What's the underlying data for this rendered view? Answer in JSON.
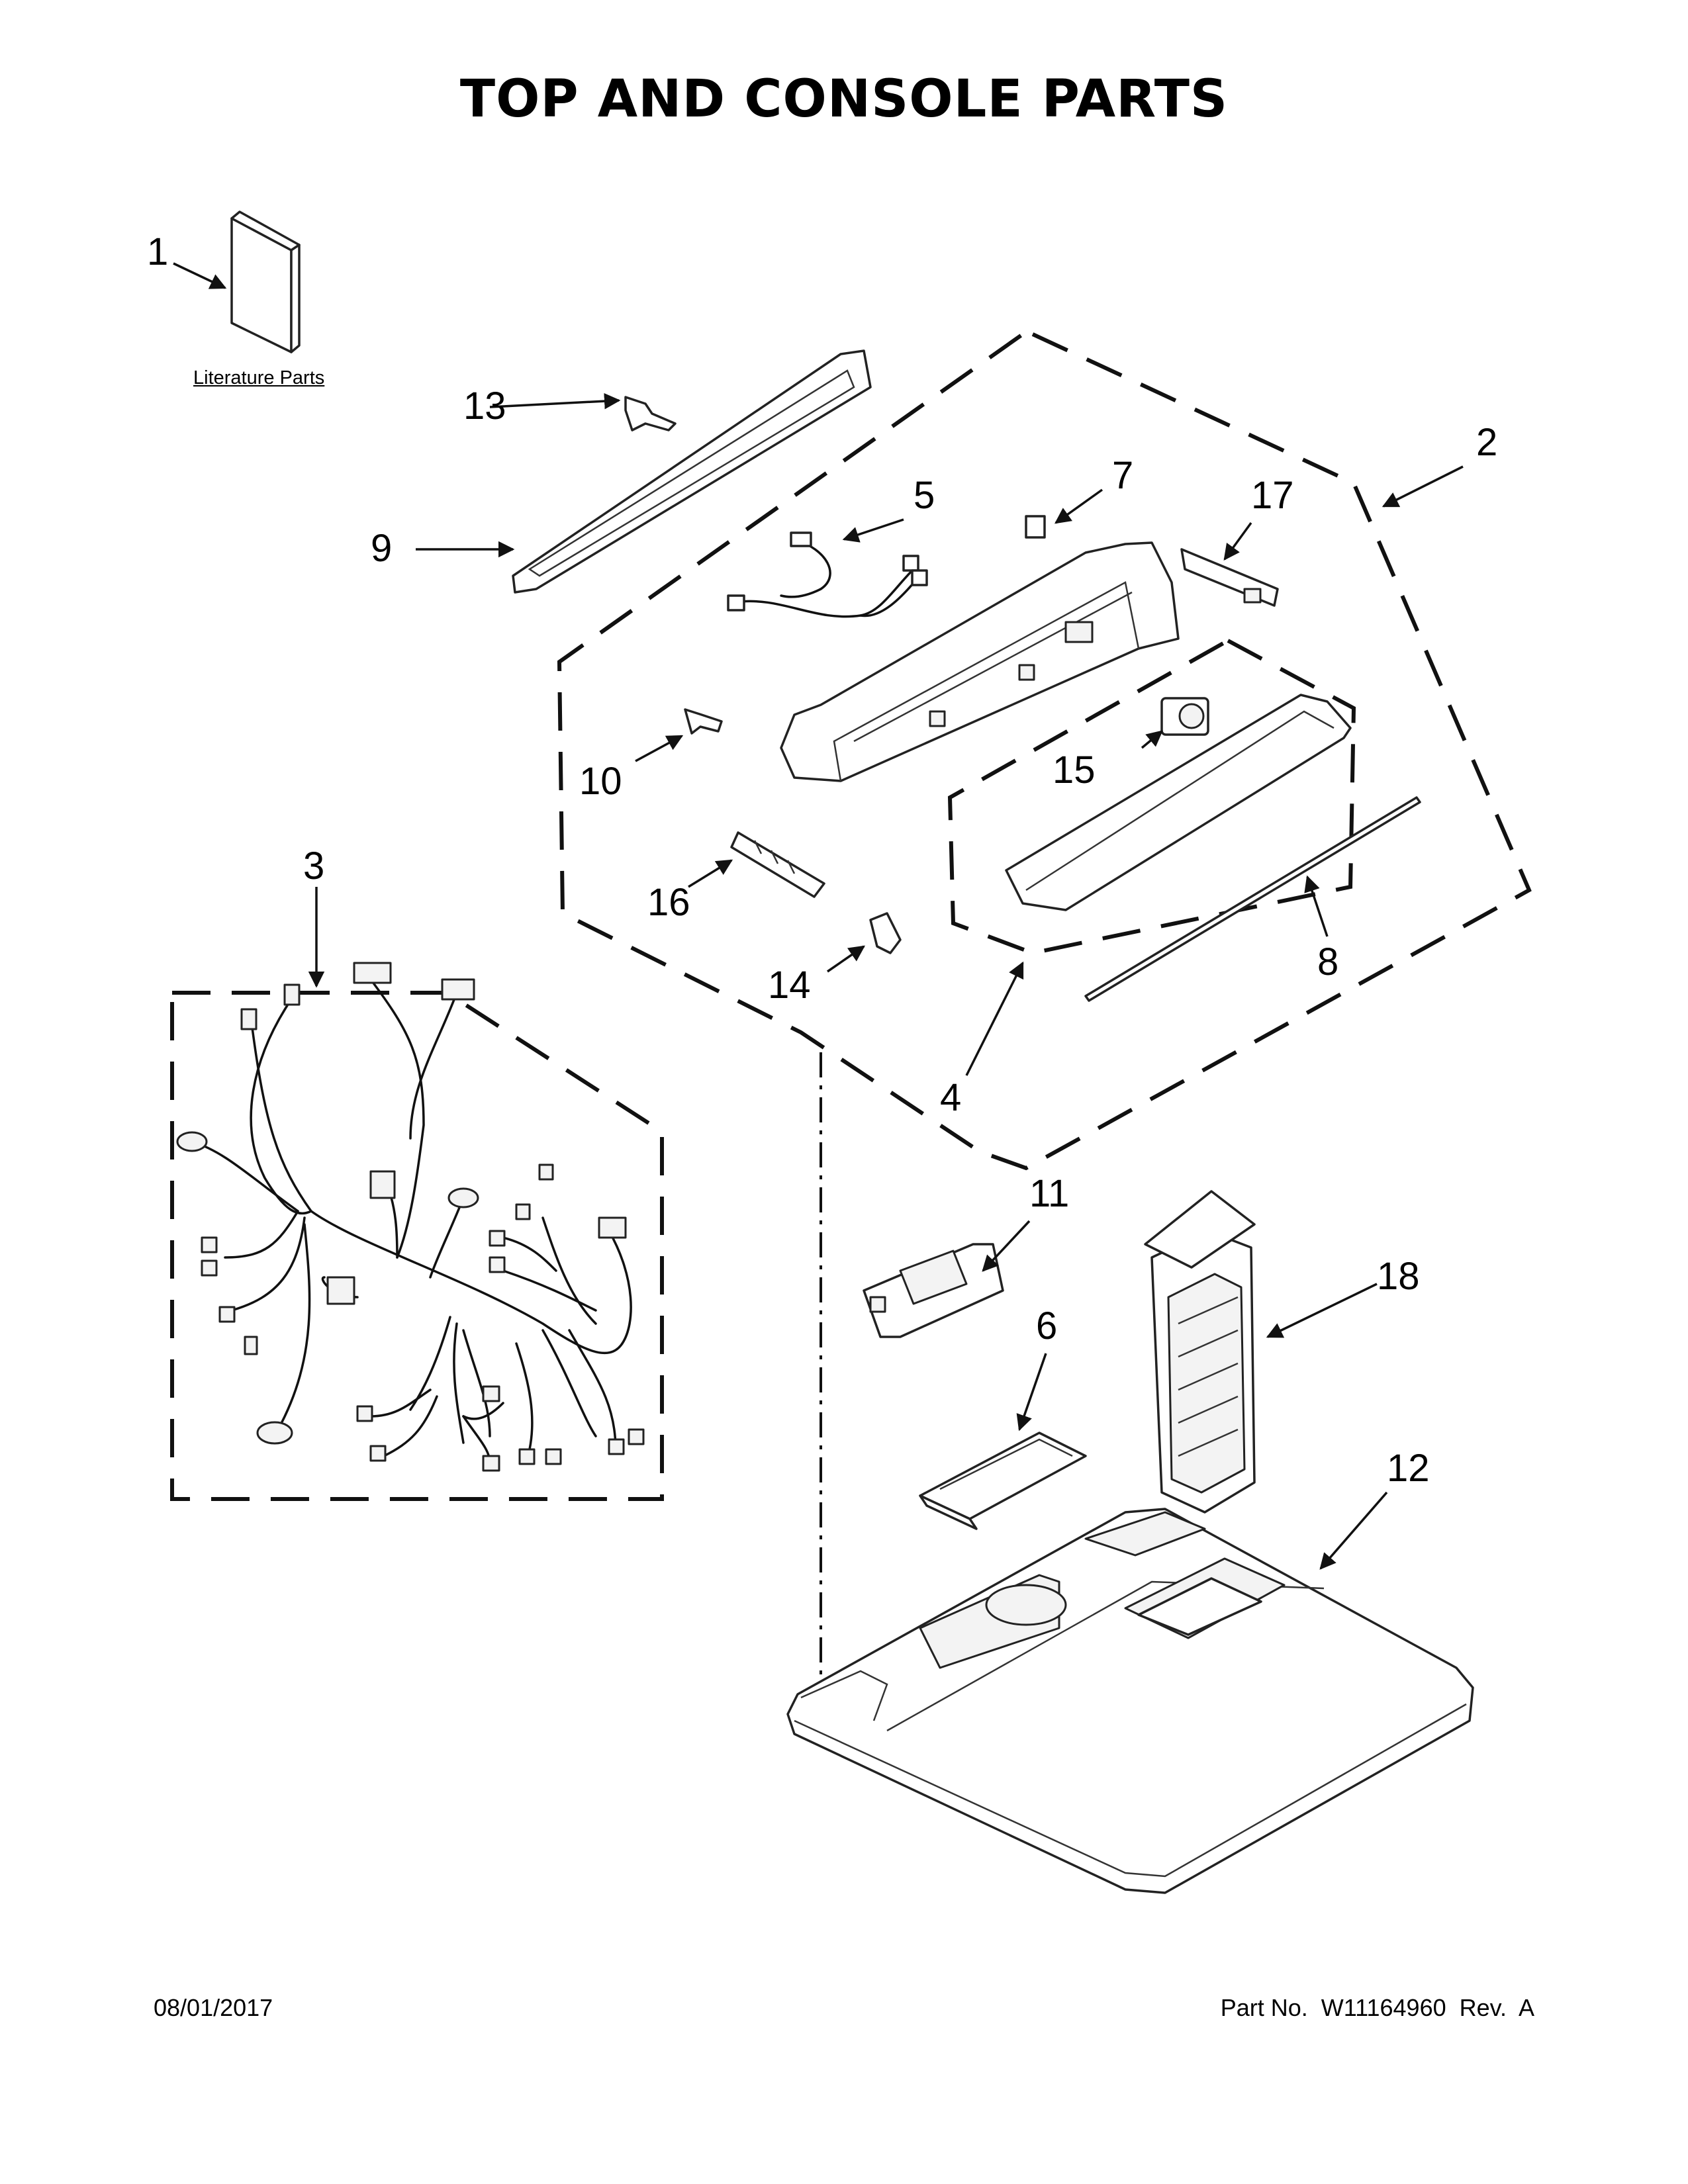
{
  "title": "TOP AND CONSOLE PARTS",
  "literature_label": "Literature Parts",
  "callouts": [
    "1",
    "2",
    "3",
    "4",
    "5",
    "6",
    "7",
    "8",
    "9",
    "10",
    "11",
    "12",
    "13",
    "14",
    "15",
    "16",
    "17",
    "18"
  ],
  "footer": {
    "date": "08/01/2017",
    "part_number": "Part No.  W11164960  Rev.  A"
  }
}
